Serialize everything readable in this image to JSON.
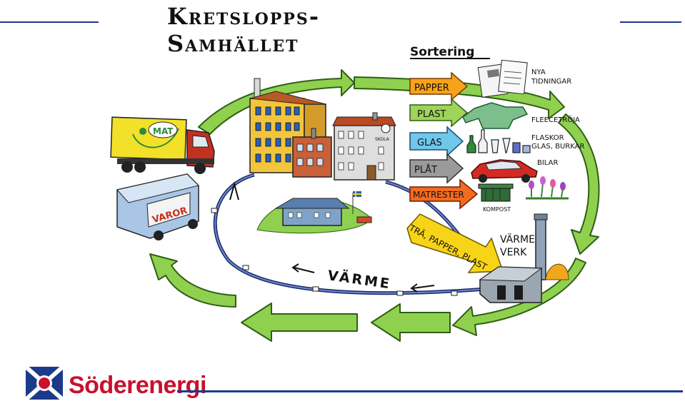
{
  "title": {
    "line1": "Kretslopps-",
    "line2": "Samhället"
  },
  "sortering": {
    "heading": "Sortering",
    "streams": [
      {
        "label": "PAPPER",
        "result": [
          "NYA",
          "TIDNINGAR"
        ],
        "color": "#f7a21b"
      },
      {
        "label": "PLAST",
        "result": [
          "FLEECETRÖJA"
        ],
        "color": "#9fd35a"
      },
      {
        "label": "GLAS",
        "result": [
          "FLASKOR",
          "GLAS, BURKAR"
        ],
        "color": "#6fc7ea"
      },
      {
        "label": "PLÅT",
        "result": [
          "BILAR"
        ],
        "color": "#9a9a9a"
      },
      {
        "label": "MATRESTER",
        "result": [
          "KOMPOST"
        ],
        "color": "#f26b21"
      }
    ]
  },
  "trucks": {
    "food_label": "MAT",
    "goods_label": "VAROR"
  },
  "buildings": {
    "school_sign": "SKOLA"
  },
  "waste_arrow": {
    "label": "TRÄ, PAPPER, PLAST",
    "color": "#f7d417"
  },
  "plant": {
    "label_line1": "VÄRME",
    "label_line2": "VERK"
  },
  "heat_loop": {
    "label": "VÄRME"
  },
  "brand": {
    "name": "Söderenergi"
  },
  "colors": {
    "cycle_arrow": "#8fd14f",
    "brand_red": "#c8102e",
    "brand_blue": "#1b3a8a"
  }
}
